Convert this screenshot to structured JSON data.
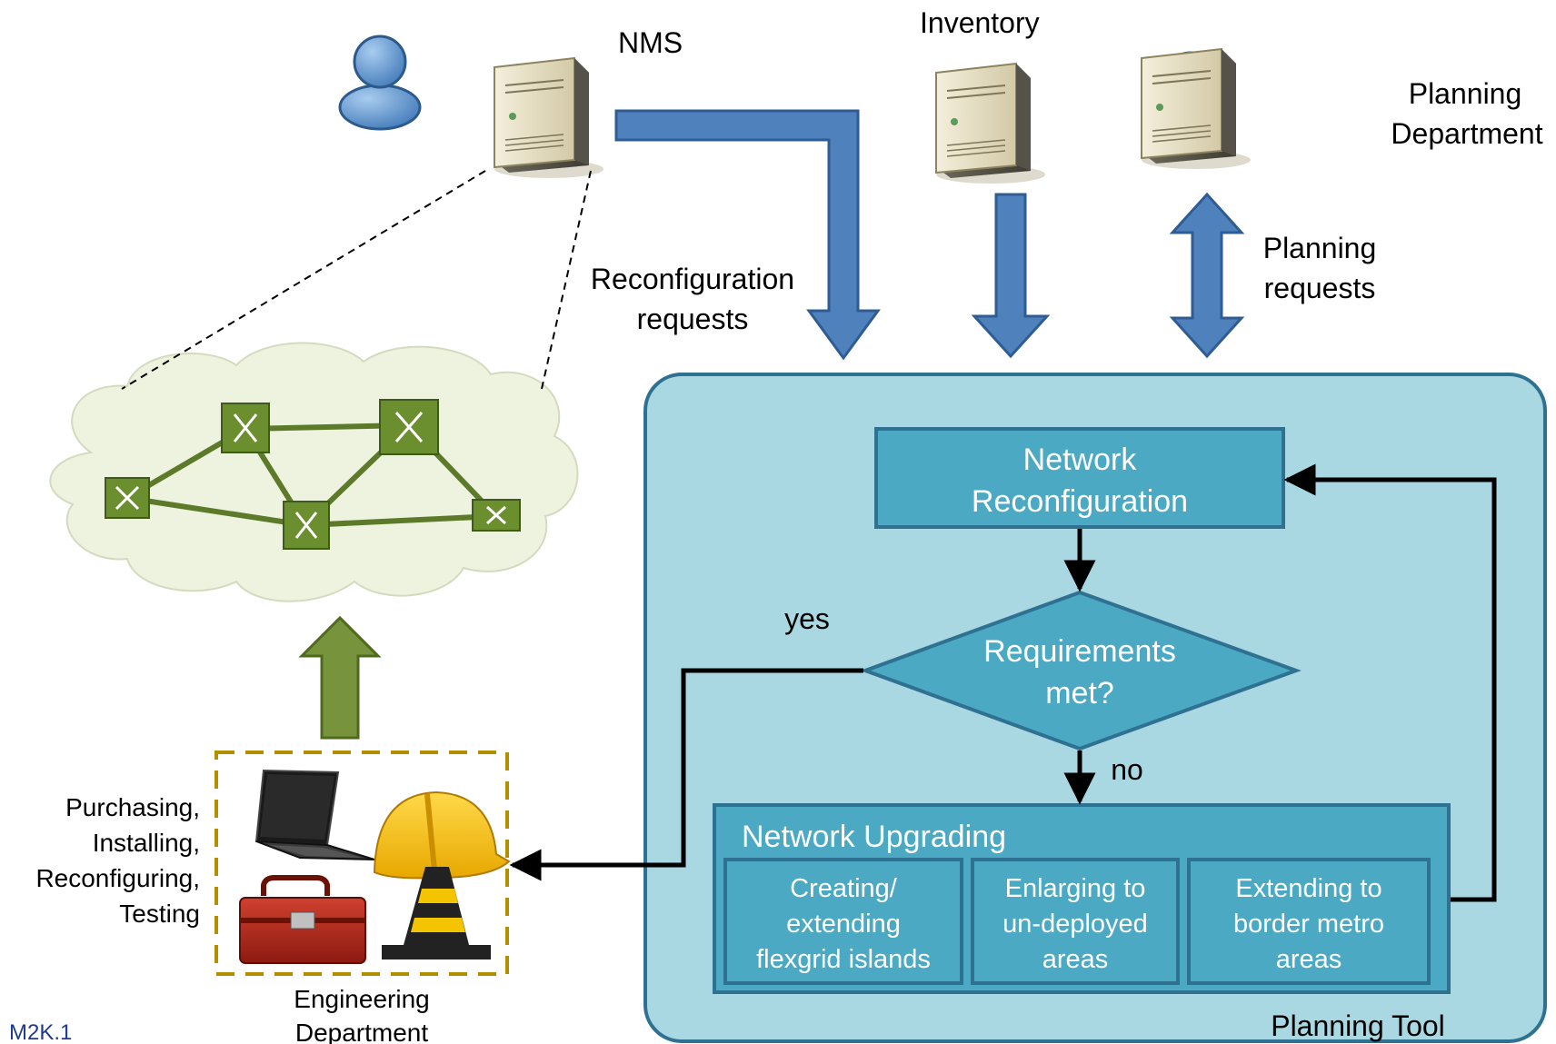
{
  "labels": {
    "nms": "NMS",
    "inventory": "Inventory",
    "planning_department": [
      "Planning",
      "Department"
    ],
    "reconfiguration_requests": [
      "Reconfiguration",
      "requests"
    ],
    "planning_requests": [
      "Planning",
      "requests"
    ],
    "engineering_tasks": [
      "Purchasing,",
      "Installing,",
      "Reconfiguring,",
      "Testing"
    ],
    "engineering_department": [
      "Engineering",
      "Department"
    ],
    "paper_id": "M2K.1"
  },
  "planning_tool": {
    "title": "Planning Tool",
    "network_reconfiguration": [
      "Network",
      "Reconfiguration"
    ],
    "decision": [
      "Requirements",
      "met?"
    ],
    "yes": "yes",
    "no": "no",
    "network_upgrading": "Network Upgrading",
    "options": [
      [
        "Creating/",
        "extending",
        "flexgrid islands"
      ],
      [
        "Enlarging to",
        "un-deployed",
        "areas"
      ],
      [
        "Extending to",
        "border metro",
        "areas"
      ]
    ]
  },
  "colors": {
    "tool_background": "#a9d7e2",
    "box_fill": "#4ba9c4",
    "arrow_blue": "#4f81bd",
    "arrow_green": "#77933c",
    "switch_green": "#6b8e2f",
    "cloud_fill": "#eef3df",
    "eng_border": "#b38f00",
    "paper_id": "#1f3b8f"
  }
}
